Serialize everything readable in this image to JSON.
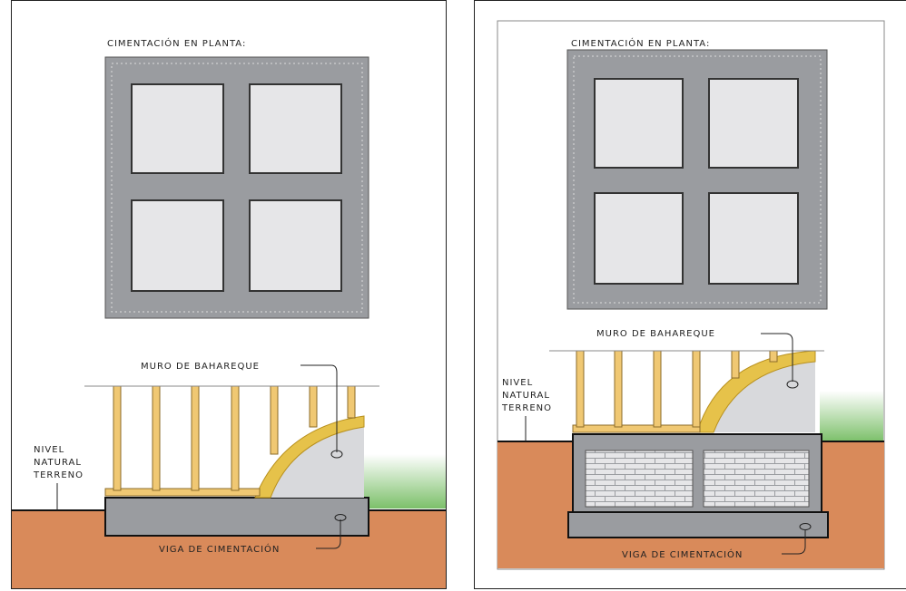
{
  "panels": [
    {
      "plan_title": "CIMENTACIÓN EN PLANTA:",
      "wall_label": "MURO DE BAHAREQUE",
      "ground_label": [
        "NIVEL",
        "NATURAL",
        "TERRENO"
      ],
      "beam_label": "VIGA DE CIMENTACIÓN"
    },
    {
      "plan_title": "CIMENTACIÓN EN PLANTA:",
      "wall_label": "MURO DE BAHAREQUE",
      "ground_label": [
        "NIVEL",
        "NATURAL",
        "TERRENO"
      ],
      "beam_label": "VIGA DE CIMENTACIÓN"
    }
  ],
  "colors": {
    "concrete": "#9a9ca0",
    "concrete_light": "#c3c5c8",
    "panel_fill": "#e6e6e8",
    "soil": "#d98a5a",
    "grass": "#7cc06a",
    "timber": "#f0c873",
    "mud": "#d8d9dc",
    "lath": "#e6c24a"
  }
}
